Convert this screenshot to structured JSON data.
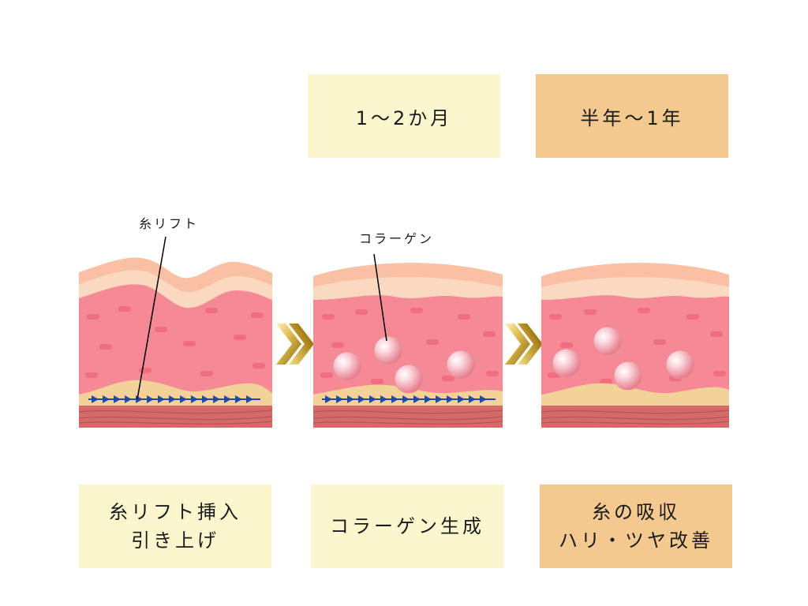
{
  "top_labels": {
    "period1": "1〜2か月",
    "period2": "半年〜1年"
  },
  "callouts": {
    "thread": "糸リフト",
    "collagen": "コラーゲン"
  },
  "bottom_labels": {
    "stage1_line1": "糸リフト挿入",
    "stage1_line2": "引き上げ",
    "stage2": "コラーゲン生成",
    "stage3_line1": "糸の吸収",
    "stage3_line2": "ハリ・ツヤ改善"
  },
  "colors": {
    "box_yellow": "#fcf6cf",
    "box_orange": "#f4c990",
    "skin_pink": "#f58a96",
    "epidermis": "#f9c0a4",
    "fat": "#f3d29a",
    "muscle": "#d46a6a",
    "thread_blue": "#1f4aa8",
    "arrow_gold": "#c9a23a"
  }
}
